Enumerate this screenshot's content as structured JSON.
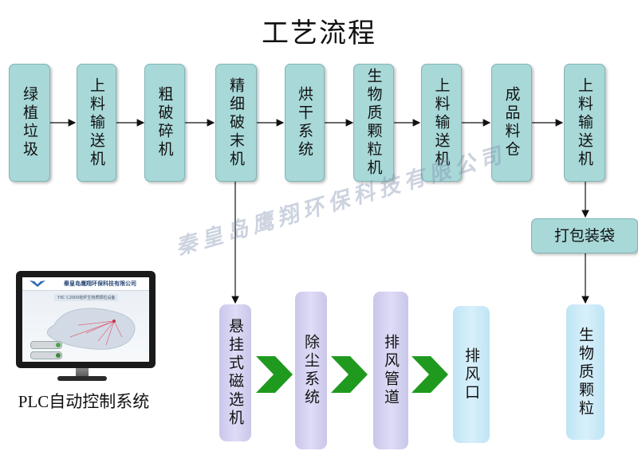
{
  "title": "工艺流程",
  "top_row": [
    {
      "id": "green-plants",
      "text": "绿植垃圾"
    },
    {
      "id": "conveyor-1",
      "text": "上料输送机"
    },
    {
      "id": "coarse-crusher",
      "text": "粗破碎机"
    },
    {
      "id": "fine-crusher",
      "text": "精细破末机"
    },
    {
      "id": "dryer",
      "text": "烘干系统"
    },
    {
      "id": "pellet-machine",
      "text": "生物质颗粒机"
    },
    {
      "id": "conveyor-2",
      "text": "上料输送机"
    },
    {
      "id": "product-silo",
      "text": "成品料仓"
    },
    {
      "id": "conveyor-3",
      "text": "上料输送机"
    }
  ],
  "packing": "打包装袋",
  "final_product": "生物质颗粒",
  "bottom_row": [
    {
      "id": "magnetic-separator",
      "text": "悬挂式磁选机"
    },
    {
      "id": "dust-removal",
      "text": "除尘系统"
    },
    {
      "id": "exhaust-duct",
      "text": "排风管道"
    },
    {
      "id": "exhaust-outlet",
      "text": "排风口"
    }
  ],
  "watermark": "秦皇岛鹰翔环保科技有限公司",
  "plc": {
    "label": "PLC自动控制系统",
    "screen_company": "秦皇岛鹰翔环保科技有限公司",
    "screen_subtitle": "YXC C2000秸秆生物质颗粒设备"
  },
  "colors": {
    "teal_box": "#a8d8d8",
    "lavender_box": "#d6d3f0",
    "sky_box": "#cdeaf7",
    "chevron": "#1f9a1f"
  }
}
